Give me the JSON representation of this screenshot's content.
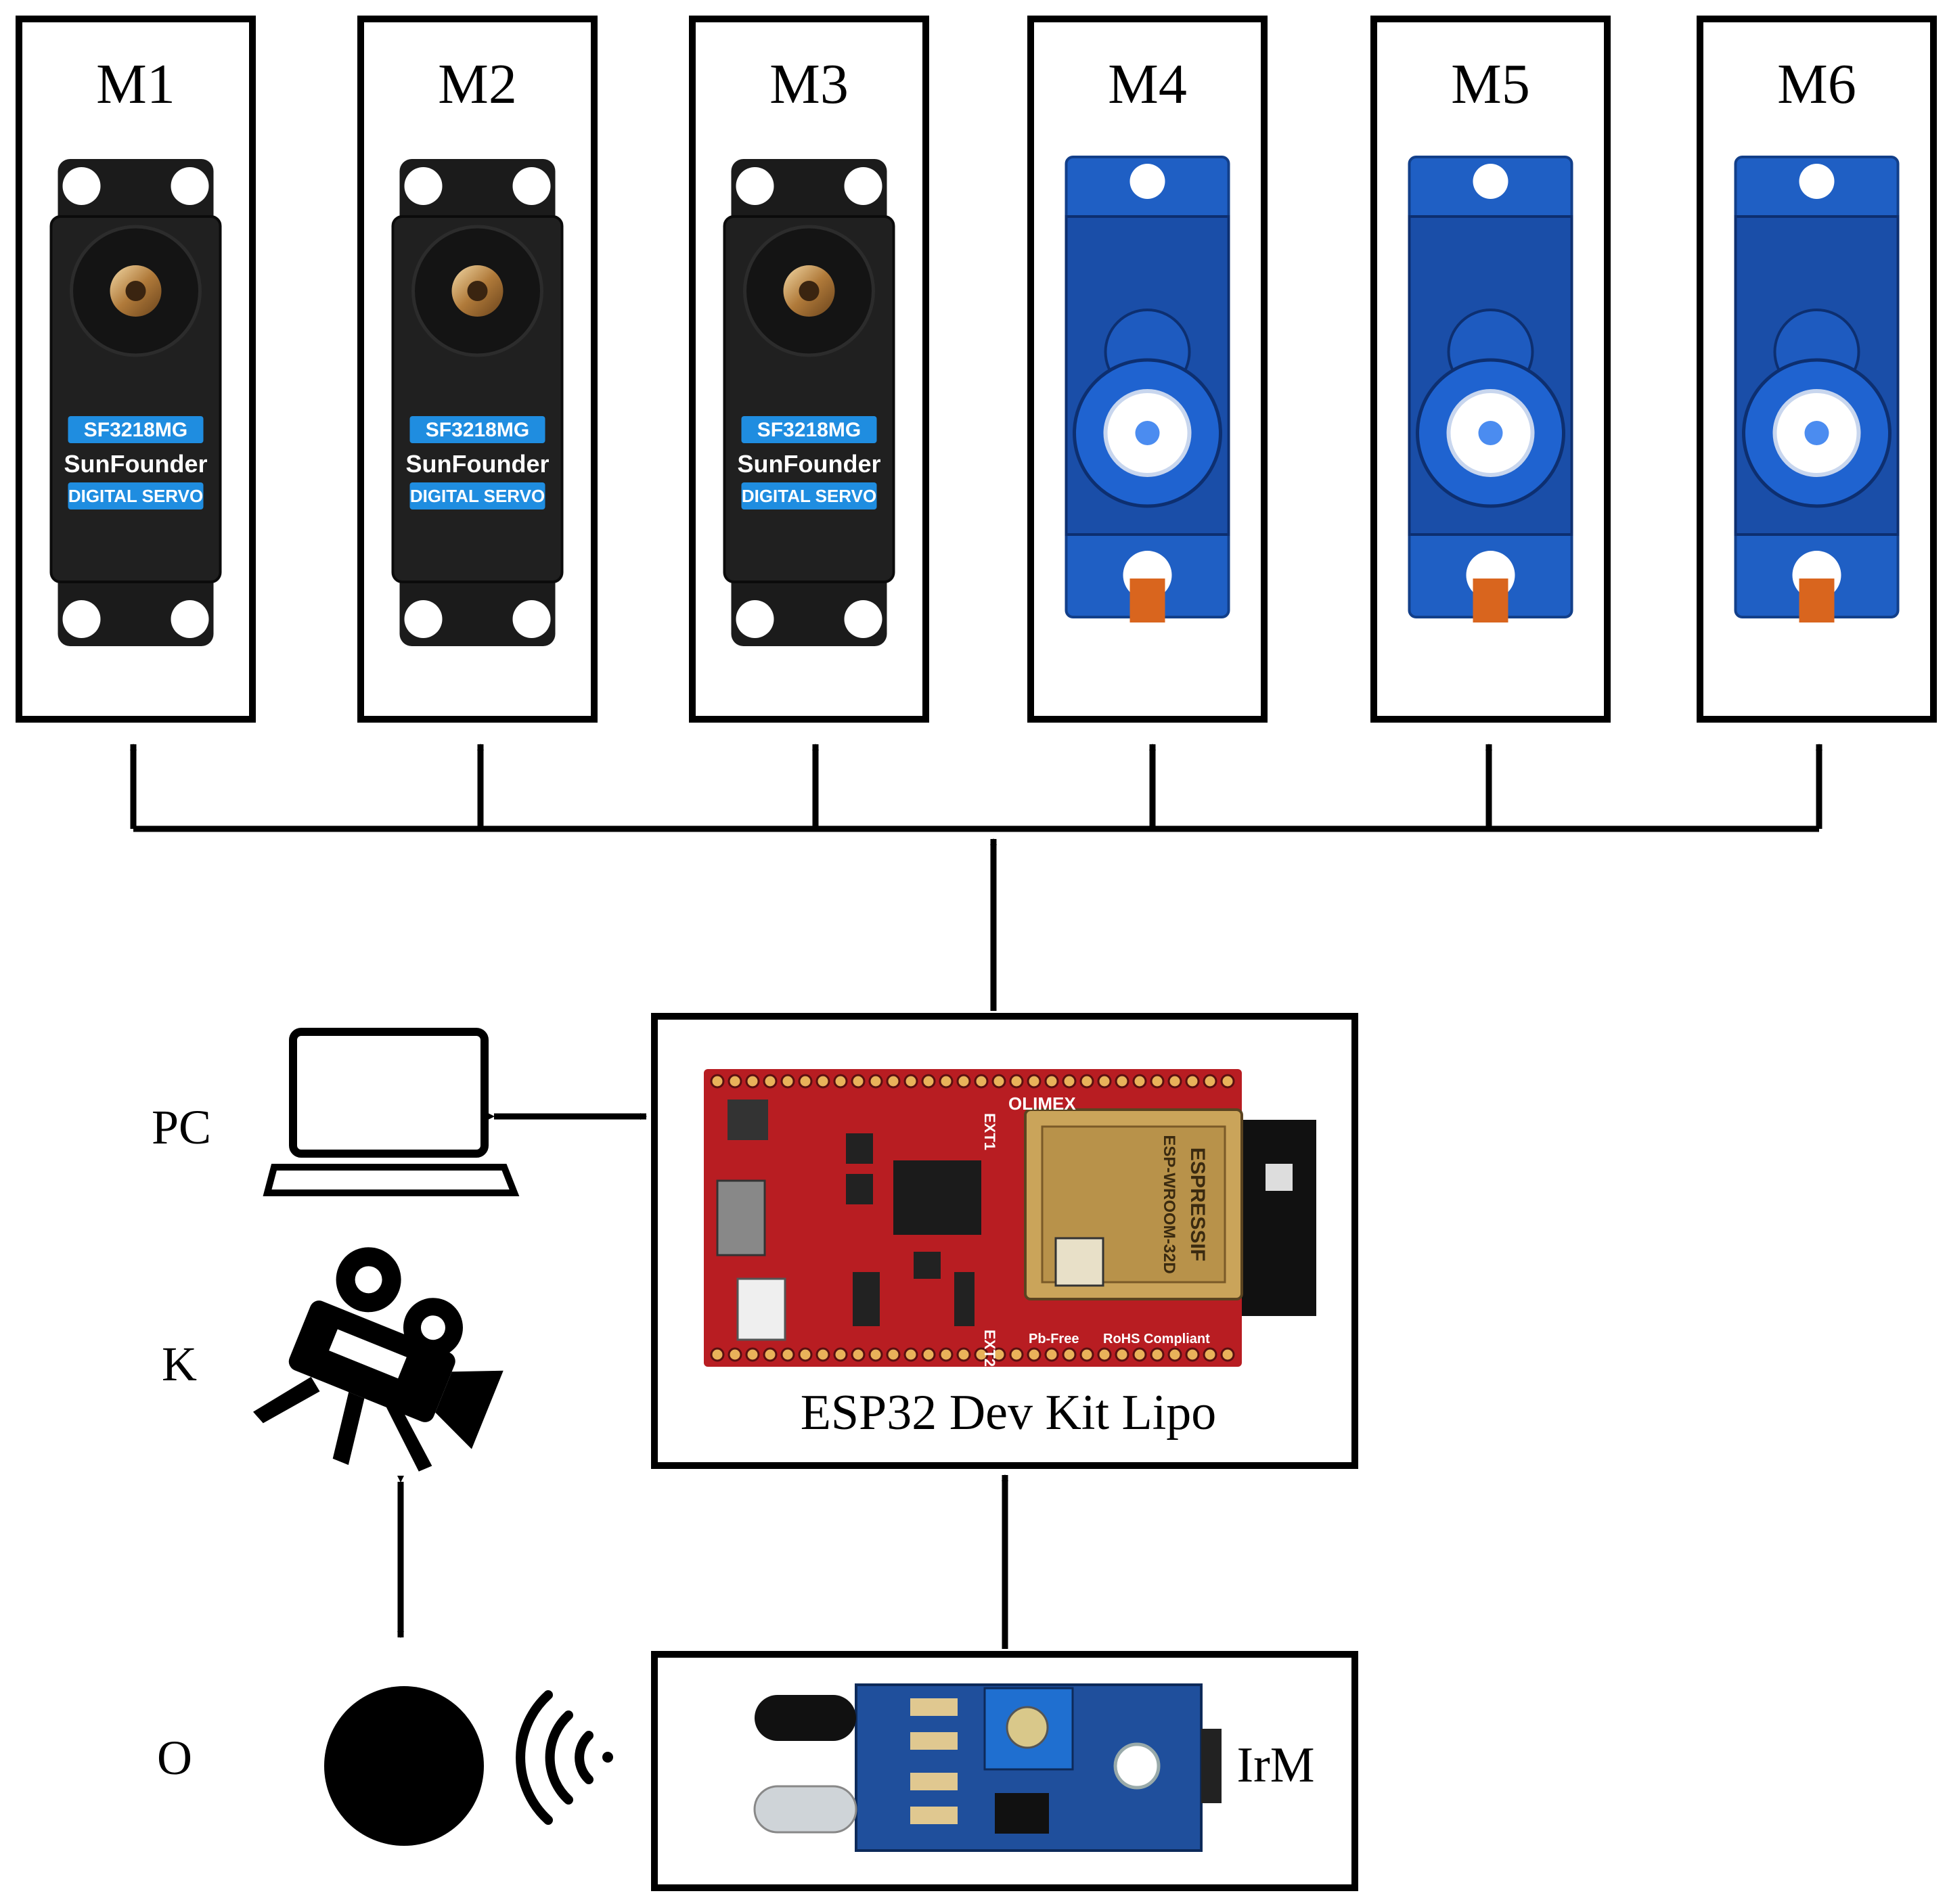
{
  "servos": [
    {
      "label": "M1",
      "type": "black",
      "badge": [
        "SF3218MG",
        "SunFounder",
        "DIGITAL SERVO"
      ]
    },
    {
      "label": "M2",
      "type": "black",
      "badge": [
        "SF3218MG",
        "SunFounder",
        "DIGITAL SERVO"
      ]
    },
    {
      "label": "M3",
      "type": "black",
      "badge": [
        "SF3218MG",
        "SunFounder",
        "DIGITAL SERVO"
      ]
    },
    {
      "label": "M4",
      "type": "blue"
    },
    {
      "label": "M5",
      "type": "blue"
    },
    {
      "label": "M6",
      "type": "blue"
    }
  ],
  "controller": {
    "title": "ESP32 Dev Kit Lipo",
    "board_text": [
      "OLIMEX",
      "ESPRESSIF",
      "ESP-WROOM-32D",
      "EXT1",
      "EXT2",
      "Pb-Free",
      "RoHS Compliant"
    ]
  },
  "peripherals": {
    "pc": "PC",
    "camera": "K",
    "object": "O",
    "sensor": "IrM"
  },
  "colors": {
    "line": "#000000",
    "servo_black": "#1b1b1b",
    "servo_blue": "#1f5fc4",
    "badge_blue": "#1f8de0",
    "pcb_red": "#b81d22",
    "pcb_blue": "#1f4f9c"
  }
}
